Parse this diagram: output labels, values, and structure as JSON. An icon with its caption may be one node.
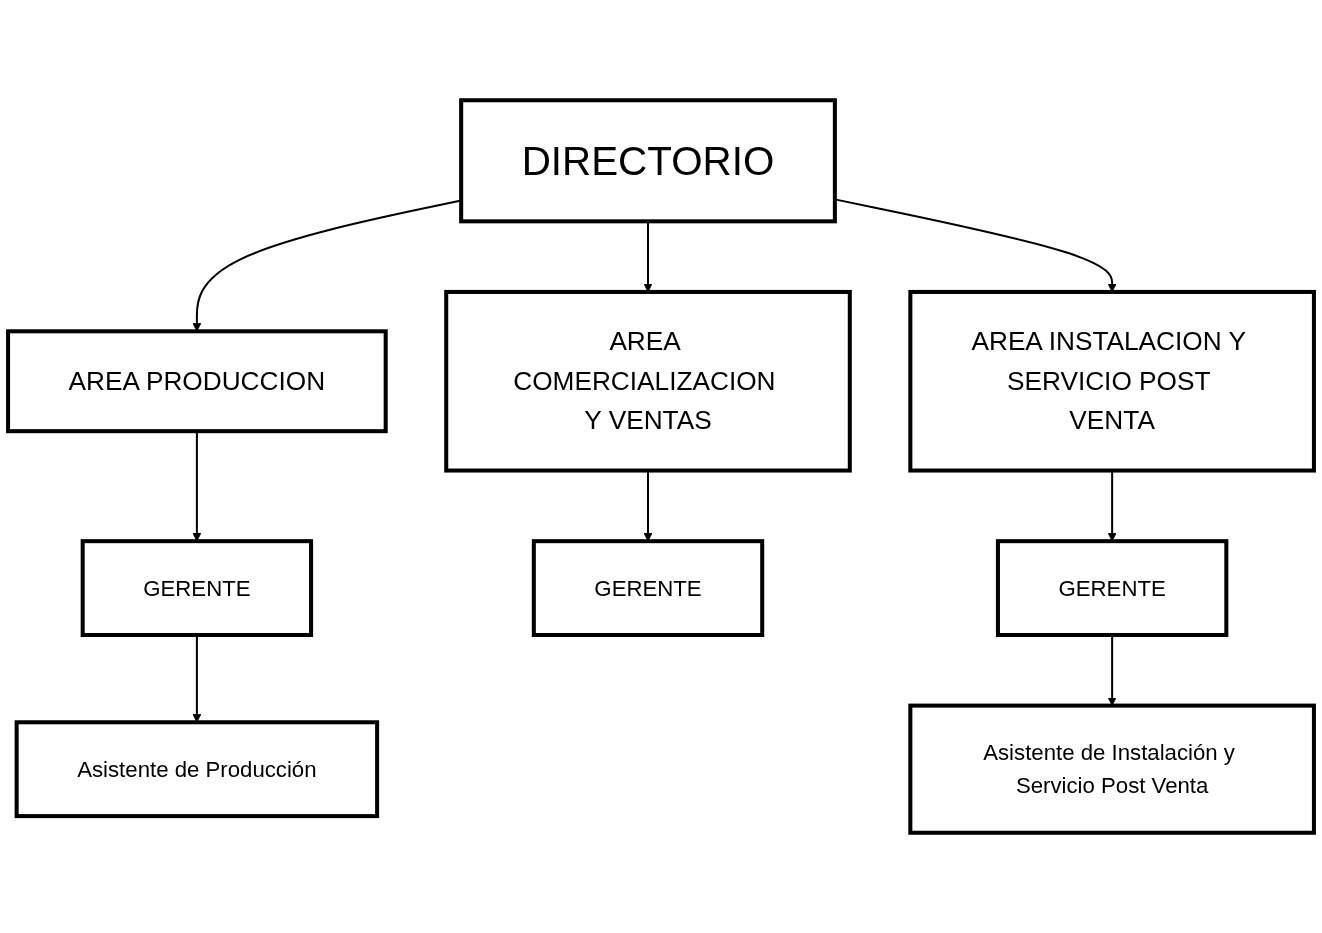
{
  "diagram": {
    "nodes": [
      {
        "text": [
          "DIRECTORIO"
        ]
      },
      {
        "text": [
          "AREA PRODUCCION"
        ]
      },
      {
        "text": [
          "AREA COMERCIALIZACION Y VENTAS"
        ]
      },
      {
        "text": [
          "AREA INSTALACION Y SERVICIO POST VENTA"
        ]
      },
      {
        "text": [
          "GERENTE"
        ]
      },
      {
        "text": [
          "GERENTE"
        ]
      },
      {
        "text": [
          "GERENTE"
        ]
      },
      {
        "text": [
          "Asistente de Producción"
        ]
      },
      {
        "text": [
          "Asistente de Instalación y Servicio Post Venta"
        ]
      }
    ],
    "edges": [
      {
        "from": 0,
        "to": 1,
        "arrow": "to"
      },
      {
        "from": 0,
        "to": 2,
        "arrow": "to"
      },
      {
        "from": 0,
        "to": 3,
        "arrow": "to"
      },
      {
        "from": 1,
        "to": 4,
        "arrow": "to"
      },
      {
        "from": 2,
        "to": 5,
        "arrow": "to"
      },
      {
        "from": 3,
        "to": 6,
        "arrow": "to"
      },
      {
        "from": 4,
        "to": 7,
        "arrow": "to"
      },
      {
        "from": 6,
        "to": 8,
        "arrow": "to"
      }
    ]
  }
}
